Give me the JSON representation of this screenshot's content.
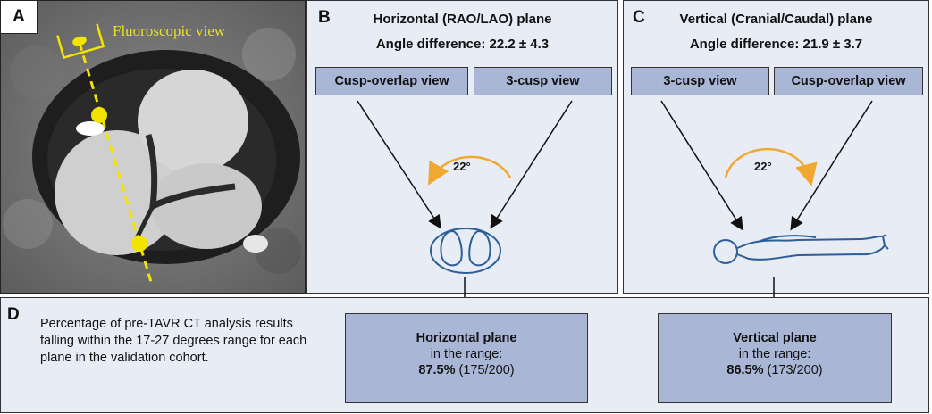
{
  "panel_a": {
    "letter": "A",
    "fluoroscopic_label": "Fluoroscopic view"
  },
  "panel_b": {
    "letter": "B",
    "title": "Horizontal (RAO/LAO) plane",
    "angle_difference": "Angle difference: 22.2 ± 4.3",
    "view_left": "Cusp-overlap view",
    "view_right": "3-cusp view",
    "angle": "22°"
  },
  "panel_c": {
    "letter": "C",
    "title": "Vertical (Cranial/Caudal) plane",
    "angle_difference": "Angle difference: 21.9 ± 3.7",
    "view_left": "3-cusp view",
    "view_right": "Cusp-overlap view",
    "angle": "22°"
  },
  "panel_d": {
    "letter": "D",
    "description": "Percentage of pre-TAVR CT analysis results falling within the 17-27 degrees range for each plane in the validation cohort.",
    "horizontal": {
      "title": "Horizontal plane",
      "range_text": "in the range:",
      "percent": "87.5%",
      "count": "(175/200)"
    },
    "vertical": {
      "title": "Vertical plane",
      "range_text": "in the range:",
      "percent": "86.5%",
      "count": "(173/200)"
    }
  },
  "colors": {
    "panel_bg": "#e8ecf5",
    "box_fill": "#a9b6d6",
    "arc_orange": "#f0a830",
    "figure_blue": "#2d5e96",
    "marker_yellow": "#f2e400"
  }
}
